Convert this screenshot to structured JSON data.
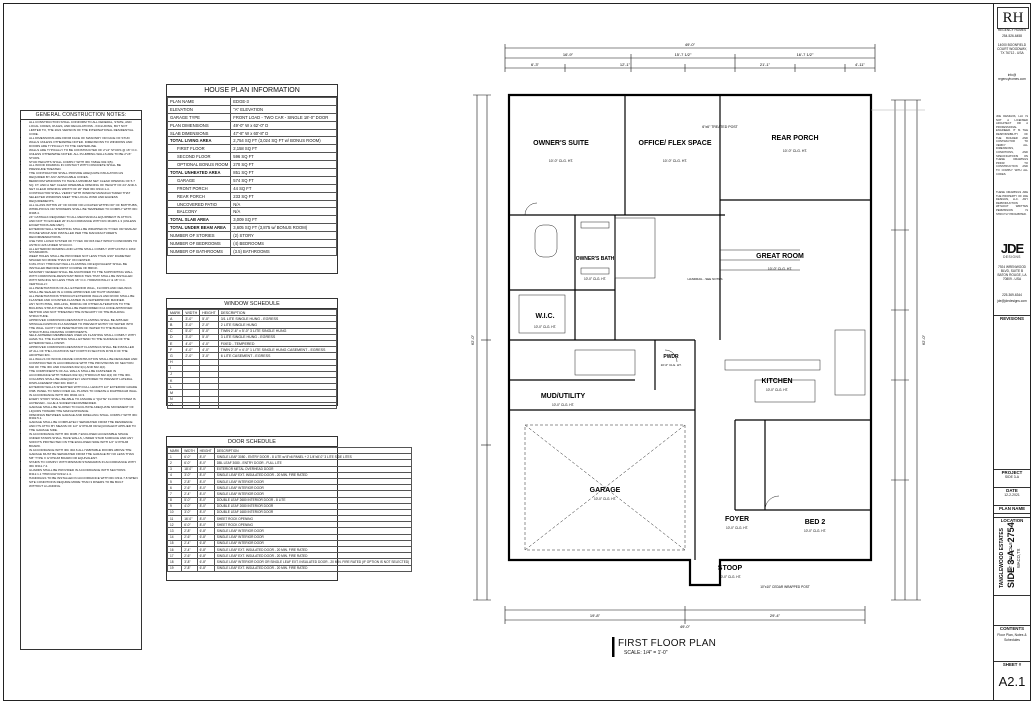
{
  "notes": {
    "title": "GENERAL CONSTRUCTION NOTES:",
    "items": [
      "ALL CONSTRUCTION SHALL CONFORM TO ALL FEDERAL, STATE, AND LOCAL CODES, RULES, AND REGULATIONS - INCLUDING, BUT NOT LIMITED TO, THE 2021 VERSION OF THE INTERNATIONAL RESIDENTIAL CODE.",
      "ALL DIMENSIONS ARE FROM FACE OF MASONRY OR FACE OF STUD WALLS UNLESS OTHERWISE NOTED. DIMENSIONS TO WINDOWS AND DOORS ARE TYPICALLY TO THE CENTERLINE.",
      "WALLS ARE TYPICALLY TO BE CONSTRUCTED OF 2\"x4\" STUDS @ 16\" O.C. UNLESS OTHERWISE NOTED. ALL PLUMBING WALLS ARE TO BE 2\"x6\" STUDS.",
      "STUD HEIGHTS SHALL COMPLY WITH IRC TABLE 602.3(5).",
      "ALL WOOD FRAMING IN CONTACT WITH CONCRETE SHALL BE PRESSURE TREATED.",
      "THE CONTRACTOR SHALL PROVIDE ADEQUATE INSULATION AS REQUIRED BY ANY APPLICABLE CODES.",
      "BEDROOM WINDOWS TO HAVE A MINIMUM NET CLEAR OPENING OF 5.7 SQ. FT. AND A NET CLEAR OPERABLE OPENING OF HEIGHT OF 24\" AND A NET CLEAR OPENING WIDTH OF 20\" PER IRC R310.1-4.",
      "CONTRACTOR SHALL VERIFY WITH WINDOW MANUFACTURER THAT SELECTED WINDOWS MEET THE LOCAL WIND AND EGRESS REQUIREMENTS.",
      "ALL GLASS WITHIN 24\" OF DOOR OR LOCATED WITHIN 60\" OF BATHTUBS, WHIRLPOOLS OR SHOWERS SHALL BE TEMPERED TO COMPLY WITH IRC R308.4.",
      "24\" CATWALK REQUIRED TO ALL MECHANICAL EQUIPMENT IN ATTICS AND NOT TO EXCEED 20' IN ACCORDANCE WITH IRC M1305.1.3 (UNLESS EXCEPTIONS ARE MET).",
      "EXTERIOR WALL SHEATHING SHALL BE WRAPPED IN TYVEK OR SIMILAR HOUSE WRAP AND INSTALLED PER THE MANUFACTURER'S RECOMMENDATIONS.",
      "USE TWO LAYER SYSTEM OF TYVEK OR #15 FELT WHICH CONFORMS TO ASTM D 226 UNDER STUCCO.",
      "ALL EXTERIOR FRAMING AND LATHE SHALL COMPLY WITH ASTM C 1063 STANDARDS.",
      "WEEP HOLES SHALL BE PROVIDED NOT LESS THAN 3/16\" DIAMETER SPACED NO MORE THAN 33\" ON CENTER.",
      "6 MIL POLY THROUGH WALL FLASHING OR EQUIVALENT SHALL BE INSTALLED BEFORE FIRST COURSE OF BRICK.",
      "MASONRY VENEER SHALL BE ANCHORED TO THE SUPPORTING WALL WITH CORROSIVE-RESISTANT BRICK TIES THAT SHALL BE INSTALLED WITH SPACING NO LESS THAN 16\" O.C. HORIZONTALLY & 18\" O.C. VERTICALLY.",
      "ALL PENETRATIONS OF ALL EXTERIOR WALL, FLOORS AND CEILINGS SHALL BE SEALED IN A CODE APPROVED AIR TIGHT MANNER.",
      "ALL PENETRATIONS THROUGH EXTERIOR WALLS AND ROOF SHALL BE FLASHED AND COUNTER-FLASHED IN A WATERPROOF MANNER.",
      "ANY NOTCHING, DRILLING, BORING OR OTHER ALTERATION TO THE BUILDING STRUCTURE SHALL BE PERFORMED IN A CODE APPROVED METHOD AND NOT THREATEN THE INTEGRITY OF THE BUILDING STRUCTURE.",
      "APPROVED CORROSION-RESISTANT FLASHING SHALL BE APPLIED SHINGLE-FASHION IN A MANNER TO PREVENT ENTRY OF WATER INTO THE WALL CAVITY OR PENETRATION OF WATER TO THE BUILDING STRUCTURAL FRAMING COMPONENTS.",
      "SELF-ADHERED MEMBRANES USED AS FLASHING SHALL COMPLY WITH AAMA 711. THE FLASHING SHALL EXTEND TO THE SURFACE OF THE EXTERIOR WALL FINISH.",
      "APPROVED CORROSION-RESISTANT FLASHINGS SHALL BE INSTALLED AT ALL OF THE LOCATIONS SET FORTH IN SECTION R703.8 OF THE ADOPTED IRC.",
      "ALL WALLS OF WOOD-FRAME CONSTRUCTION SHALL BE DESIGNED AND CONSTRUCTED IN ACCORDANCE WITH THE PROVISIONS OF SECTION 602 OF THE IRC AND FIGURES 602.3(1) AND 602.3(2).",
      "THE COMPONENTS OF ALL WALLS SHALL BE FASTENED IN ACCORDANCE WITH TABLES 602.3(1) THROUGH 602.3(4) OF THE IRC.",
      "COLUMNS SHALL BE ADEQUATELY ANCHORED TO PREVENT LATERAL DISPLACEMENT PER IRC R407.3.",
      "EXTERIOR WALLS SHEATHED WITH FULL LENGTH 1/2\" EXTERIOR GRADE OSB. PANEL TO SPAN OVER ALL PLATES TO CREATE A DIAPHRAGM WALL IN ACCORDANCE WITH IRC R602.10.3.",
      "EVERY STORY SHALL BE ABLE TO ASSURE A \"QUITE\" FLOOR SYSTEM IS ACHIEVED - GLUE & SCREW RECOMMENDED.",
      "GARAGE SHALL BE SLOPED TO FACILITATE ADEQUATE MOVEMENT OF LIQUIDS TOWARD THE MAIN ENTRANCE.",
      "OPENINGS BETWEEN GARAGE AND DWELLING SHALL COMPLY WITH IRC R302.5.1.",
      "GARAGE SHALL BE COMPLETELY SEPARATED FROM THE RESIDENCE AND ITS ATTIC BY MEANS OF 1/2\" GYPSUM OR EQUIVALENT APPLIED TO THE GARAGE SIDE.",
      "IN ACCORDANCE WITH IRC R305.7 ENCLOSED ACCESSIBLE SPACE UNDER STAIRS SHALL HAVE WALLS, UNDER STAIR SURFACE AND ANY SOFFITS PROTECTED ON THE ENCLOSED SIDE WITH 1/2\" GYPSUM BOARD.",
      "IN ACCORDANCE WITH IRC 302.6 ALL HABITABLE ROOMS ABOVE THE GARAGE MUST BE SEPARATED FROM THE GARAGE BY NO LESS THAN 5/8\" TYPE X GYPSUM BOARD OR EQUIVALENT.",
      "STAIRS TO COMPLY WITH MINIMUM STANDARDS IN ACCORDANCE WITH IRC R311.7.4.",
      "GUARDS SHALL BE PROVIDED IN ACCORDANCE WITH SECTIONS R312.1.1 THROUGH R312.1.4.",
      "HANDRAILS TO BE INSTALLED IN ACCORDANCE WITH IRC R311.7.8 WHEN SITE CONDITIONS REQUIRE MORE THAN 3 RISERS TO BE BUILT WITHOUT A LANDING."
    ]
  },
  "house_info": {
    "title": "HOUSE PLAN INFORMATION",
    "rows": [
      {
        "label": "PLAN NAME",
        "value": "EDGE-3",
        "bold": false,
        "indent": false
      },
      {
        "label": "ELEVATION",
        "value": "\"A\" ELEVATION",
        "bold": false,
        "indent": false
      },
      {
        "label": "GARAGE TYPE",
        "value": "FRONT LOAD - TWO CAR - SINGLE 18'-0\" DOOR",
        "bold": false,
        "indent": false
      },
      {
        "label": "PLAN DIMENSIONS",
        "value": "49'-0\" W x 62'-0\" D",
        "bold": false,
        "indent": false
      },
      {
        "label": "SLAB DIMENSIONS",
        "value": "47'-8\" W x 60'-8\" D",
        "bold": false,
        "indent": false
      },
      {
        "label": "TOTAL LIVING AREA",
        "value": "2,754 SQ FT (3,024 SQ FT w/ BONUS ROOM)",
        "bold": true,
        "indent": false
      },
      {
        "label": "FIRST FLOOR",
        "value": "2,158 SQ FT",
        "bold": false,
        "indent": true
      },
      {
        "label": "SECOND FLOOR",
        "value": "596 SQ FT",
        "bold": false,
        "indent": true
      },
      {
        "label": "OPTIONAL BONUS ROOM",
        "value": "270 SQ FT",
        "bold": false,
        "indent": true
      },
      {
        "label": "TOTAL UNHEATED AREA",
        "value": "851 SQ FT",
        "bold": true,
        "indent": false
      },
      {
        "label": "GARAGE",
        "value": "574 SQ FT",
        "bold": false,
        "indent": true
      },
      {
        "label": "FRONT PORCH",
        "value": "44 SQ FT",
        "bold": false,
        "indent": true
      },
      {
        "label": "REAR PORCH",
        "value": "233 SQ FT",
        "bold": false,
        "indent": true
      },
      {
        "label": "UNCOVERED PATIO",
        "value": "N/A",
        "bold": false,
        "indent": true
      },
      {
        "label": "BALCONY",
        "value": "N/A",
        "bold": false,
        "indent": true
      },
      {
        "label": "TOTAL SLAB AREA",
        "value": "3,009 SQ FT",
        "bold": true,
        "indent": false
      },
      {
        "label": "TOTAL UNDER BEAM AREA",
        "value": "3,605 SQ FT (3,875 w/ BONUS ROOM)",
        "bold": true,
        "indent": false
      },
      {
        "label": "NUMBER OF STORIES",
        "value": "(2) STORY",
        "bold": false,
        "indent": false
      },
      {
        "label": "NUMBER OF BEDROOMS",
        "value": "(4) BEDROOMS",
        "bold": false,
        "indent": false
      },
      {
        "label": "NUMBER OF BATHROOMS",
        "value": "(3.5) BATHROOMS",
        "bold": false,
        "indent": false
      }
    ]
  },
  "window_schedule": {
    "title": "WINDOW SCHEDULE",
    "headers": [
      "MARK",
      "WIDTH",
      "HEIGHT",
      "DESCRIPTION"
    ],
    "rows": [
      [
        "A",
        "3'-0\"",
        "5'-0\"",
        "3/1 LITE SINGLE HUNG - EGRESS"
      ],
      [
        "B",
        "3'-0\"",
        "2'-0\"",
        "2 LITE SINGLE HUNG"
      ],
      [
        "C",
        "5'-0\"",
        "5'-0\"",
        "TWIN 2'-6\" x 5'-0\" 3 LITE SINGLE HUNG"
      ],
      [
        "D",
        "3'-0\"",
        "5'-0\"",
        "3 LITE SINGLE HUNG - EGRESS"
      ],
      [
        "E",
        "4'-0\"",
        "4'-0\"",
        "FIXED - TEMPERED"
      ],
      [
        "F",
        "4'-0\"",
        "4'-0\"",
        "TWIN 2'-0\" x 4'-0\" 1 LITE SINGLE HUNG CASEMENT - EGRESS"
      ],
      [
        "G",
        "2'-0\"",
        "3'-0\"",
        "6 LITE CASEMENT - EGRESS"
      ],
      [
        "H",
        "",
        "",
        ""
      ],
      [
        "I",
        "",
        "",
        ""
      ],
      [
        "J",
        "",
        "",
        ""
      ],
      [
        "K",
        "",
        "",
        ""
      ],
      [
        "L",
        "",
        "",
        ""
      ],
      [
        "M",
        "",
        "",
        ""
      ],
      [
        "N",
        "",
        "",
        ""
      ],
      [
        "O",
        "",
        "",
        ""
      ]
    ]
  },
  "door_schedule": {
    "title": "DOOR SCHEDULE",
    "headers": [
      "MARK",
      "WIDTH",
      "HEIGHT",
      "DESCRIPTION"
    ],
    "rows": [
      [
        "1",
        "6'-0\"",
        "8'-0\"",
        "SINGLE LEAF 3080 - ENTRY DOOR - 8 LITE w/ 8\"x6 PANEL + 2 1/4\"x8'-0\" 3 LITE SIDE LITES"
      ],
      [
        "2",
        "6'-0\"",
        "8'-0\"",
        "DBL LEAF 3080 - ENTRY DOOR - FULL LITE"
      ],
      [
        "3",
        "18'-0\"",
        "8'-0\"",
        "EXTERIOR METAL OVERHEAD DOOR"
      ],
      [
        "4",
        "3'-0\"",
        "8'-0\"",
        "SINGLE LEAF EXT. INSULATED DOOR - 20 MIN. FIRE RATED"
      ],
      [
        "5",
        "2'-8\"",
        "8'-0\"",
        "SINGLE LEAF INTERIOR DOOR"
      ],
      [
        "6",
        "2'-6\"",
        "8'-0\"",
        "SINGLE LEAF INTERIOR DOOR"
      ],
      [
        "7",
        "2'-4\"",
        "8'-0\"",
        "SINGLE LEAF INTERIOR DOOR"
      ],
      [
        "8",
        "5'-0\"",
        "8'-0\"",
        "DOUBLE LEAF 2680 INTERIOR DOOR - 8 LITE"
      ],
      [
        "9",
        "4'-0\"",
        "8'-0\"",
        "DOUBLE LEAF 2080 INTERIOR DOOR"
      ],
      [
        "10",
        "3'-0\"",
        "8'-0\"",
        "DOUBLE LEAF 1680 INTERIOR DOOR"
      ],
      [
        "11",
        "16'-0\"",
        "8'-0\"",
        "SHEET ROCK OPENING"
      ],
      [
        "12",
        "6'-0\"",
        "8'-0\"",
        "SHEET ROCK OPENING"
      ],
      [
        "13",
        "2'-8\"",
        "6'-8\"",
        "SINGLE LEAF INTERIOR DOOR"
      ],
      [
        "14",
        "2'-6\"",
        "6'-8\"",
        "SINGLE LEAF INTERIOR DOOR"
      ],
      [
        "15",
        "2'-4\"",
        "6'-8\"",
        "SINGLE LEAF INTERIOR DOOR"
      ],
      [
        "16",
        "2'-4\"",
        "6'-8\"",
        "SINGLE LEAF EXT. INSULATED DOOR - 20 MIN. FIRE RATED"
      ],
      [
        "17",
        "2'-6\"",
        "6'-8\"",
        "SINGLE LEAF EXT. INSULATED DOOR - 20 MIN. FIRE RATED"
      ],
      [
        "18",
        "3'-8\"",
        "6'-8\"",
        "SINGLE LEAF INTERIOR DOOR OR SINGLE LEAF EXT. INSULATED DOOR - 20 MIN. FIRE RATED (IF OPTION IS NOT SELECTED)"
      ],
      [
        "19",
        "2'-8\"",
        "6'-8\"",
        "SINGLE LEAF EXT. INSULATED DOOR - 20 MIN. FIRE RATED"
      ]
    ]
  },
  "plan": {
    "title": "FIRST FLOOR PLAN",
    "scale": "SCALE: 1/4\" = 1'-0\"",
    "rooms": {
      "owners_suite": "OWNER'S SUITE",
      "owners_suite_clg": "10'-0\" CLG. HT.",
      "office": "OFFICE/ FLEX SPACE",
      "office_clg": "10'-0\" CLG. HT.",
      "rear_porch": "REAR PORCH",
      "rear_porch_clg": "10'-0\" CLG. HT.",
      "treated_post": "6\"x6\" TREATED POST",
      "owners_bath": "OWNER'S BATH",
      "owners_bath_clg": "10'-0\" CLG. HT.",
      "great_room": "GREAT ROOM",
      "great_room_clg": "10'-0\" CLG. HT.",
      "handrail": "HANDRAIL - SEE NOTES",
      "wic": "W.I.C.",
      "wic_clg": "10'-0\" CLG. HT.",
      "pwdr": "PWDR",
      "pwdr_clg": "10'-0\" CLG. HT.",
      "mud": "MUD/UTILITY",
      "mud_clg": "10'-0\" CLG. HT.",
      "kitchen": "KITCHEN",
      "kitchen_clg": "10'-0\" CLG. HT.",
      "garage": "GARAGE",
      "garage_clg": "10'-0\" CLG. HT.",
      "foyer": "FOYER",
      "foyer_clg": "10'-0\" CLG. HT.",
      "bed2": "BED 2",
      "bed2_clg": "10'-0\" CLG. HT.",
      "stoop": "STOOP",
      "stoop_clg": "10'-0\" CLG. HT.",
      "cedar_post": "10\"x10\" CEDAR WRAPPED POST"
    },
    "dims": {
      "top_overall": "49'-0\"",
      "top_a": "16'-9\"",
      "top_b": "15'-7 1/2\"",
      "top_c": "16'-7 1/2\"",
      "top_d": "6'-3\"",
      "top_e": "12'-1\"",
      "top_f": "21'-1\"",
      "top_g": "4'-11\"",
      "bottom_overall": "49'-0\"",
      "bottom_a": "19'-8\"",
      "bottom_b": "29'-4\"",
      "left_overall": "62'-0\"",
      "right_overall": "62'-0\""
    }
  },
  "title_block": {
    "company_logo": "RH",
    "company_sub": "REGENCY HOMES",
    "phone": "254-526-6458",
    "address": "14000 BOONFIELD COURT WOODWAY, TX 76712 - USA",
    "email": "info@ regencyhomes.com",
    "disclaimer": "JDE DESIGNS, LLC IS NOT A LICENSED ARCHITECT OR A PROFESSIONAL ENGINEER. IT IS THE RESPONSIBILITY OF THE BUILDER AND CONTRACTOR TO VERIFY ALL DIMENSIONS, CONDITIONS, AND SPECIFICATIONS ON THESE DRAWINGS PRIOR TO CONSTRUCTION AND TO COMPLY WITH ALL CODES.",
    "copyright": "THESE DRAWINGS ARE THE PROPERTY OF JDE DESIGNS, LLC. ANY REPRODUCTION WITHOUT WRITTEN PERMISSION IS STRICTLY PROHIBITED.",
    "designer_logo": "JDE",
    "designer_sub": "DESIGNS",
    "designer_address": "7924 WRENWOOD BLVD, SUITE B BATON ROUGE, LA 70809 - USA",
    "designer_phone": "225-369-6344",
    "designer_email": "jde@jdedesigns.com",
    "revisions_label": "REVISIONS",
    "project_label": "PROJECT",
    "project_value": "SIDE 3-A",
    "date_label": "DATE",
    "date_value": "12-2-2021",
    "plan_name_label": "PLAN NAME",
    "plan_name_value": "SIDE 3-A - 2754",
    "location_label": "LOCATION",
    "location_value": "TANGLEWOOD ESTATES",
    "location_lot": "LOT 1, BLOCK 8",
    "location_city": "WACO,TX",
    "contents_label": "CONTENTS",
    "contents_value": "Floor Plan, Notes & Schedules",
    "sheet_label": "SHEET #",
    "sheet_value": "A2.1"
  }
}
